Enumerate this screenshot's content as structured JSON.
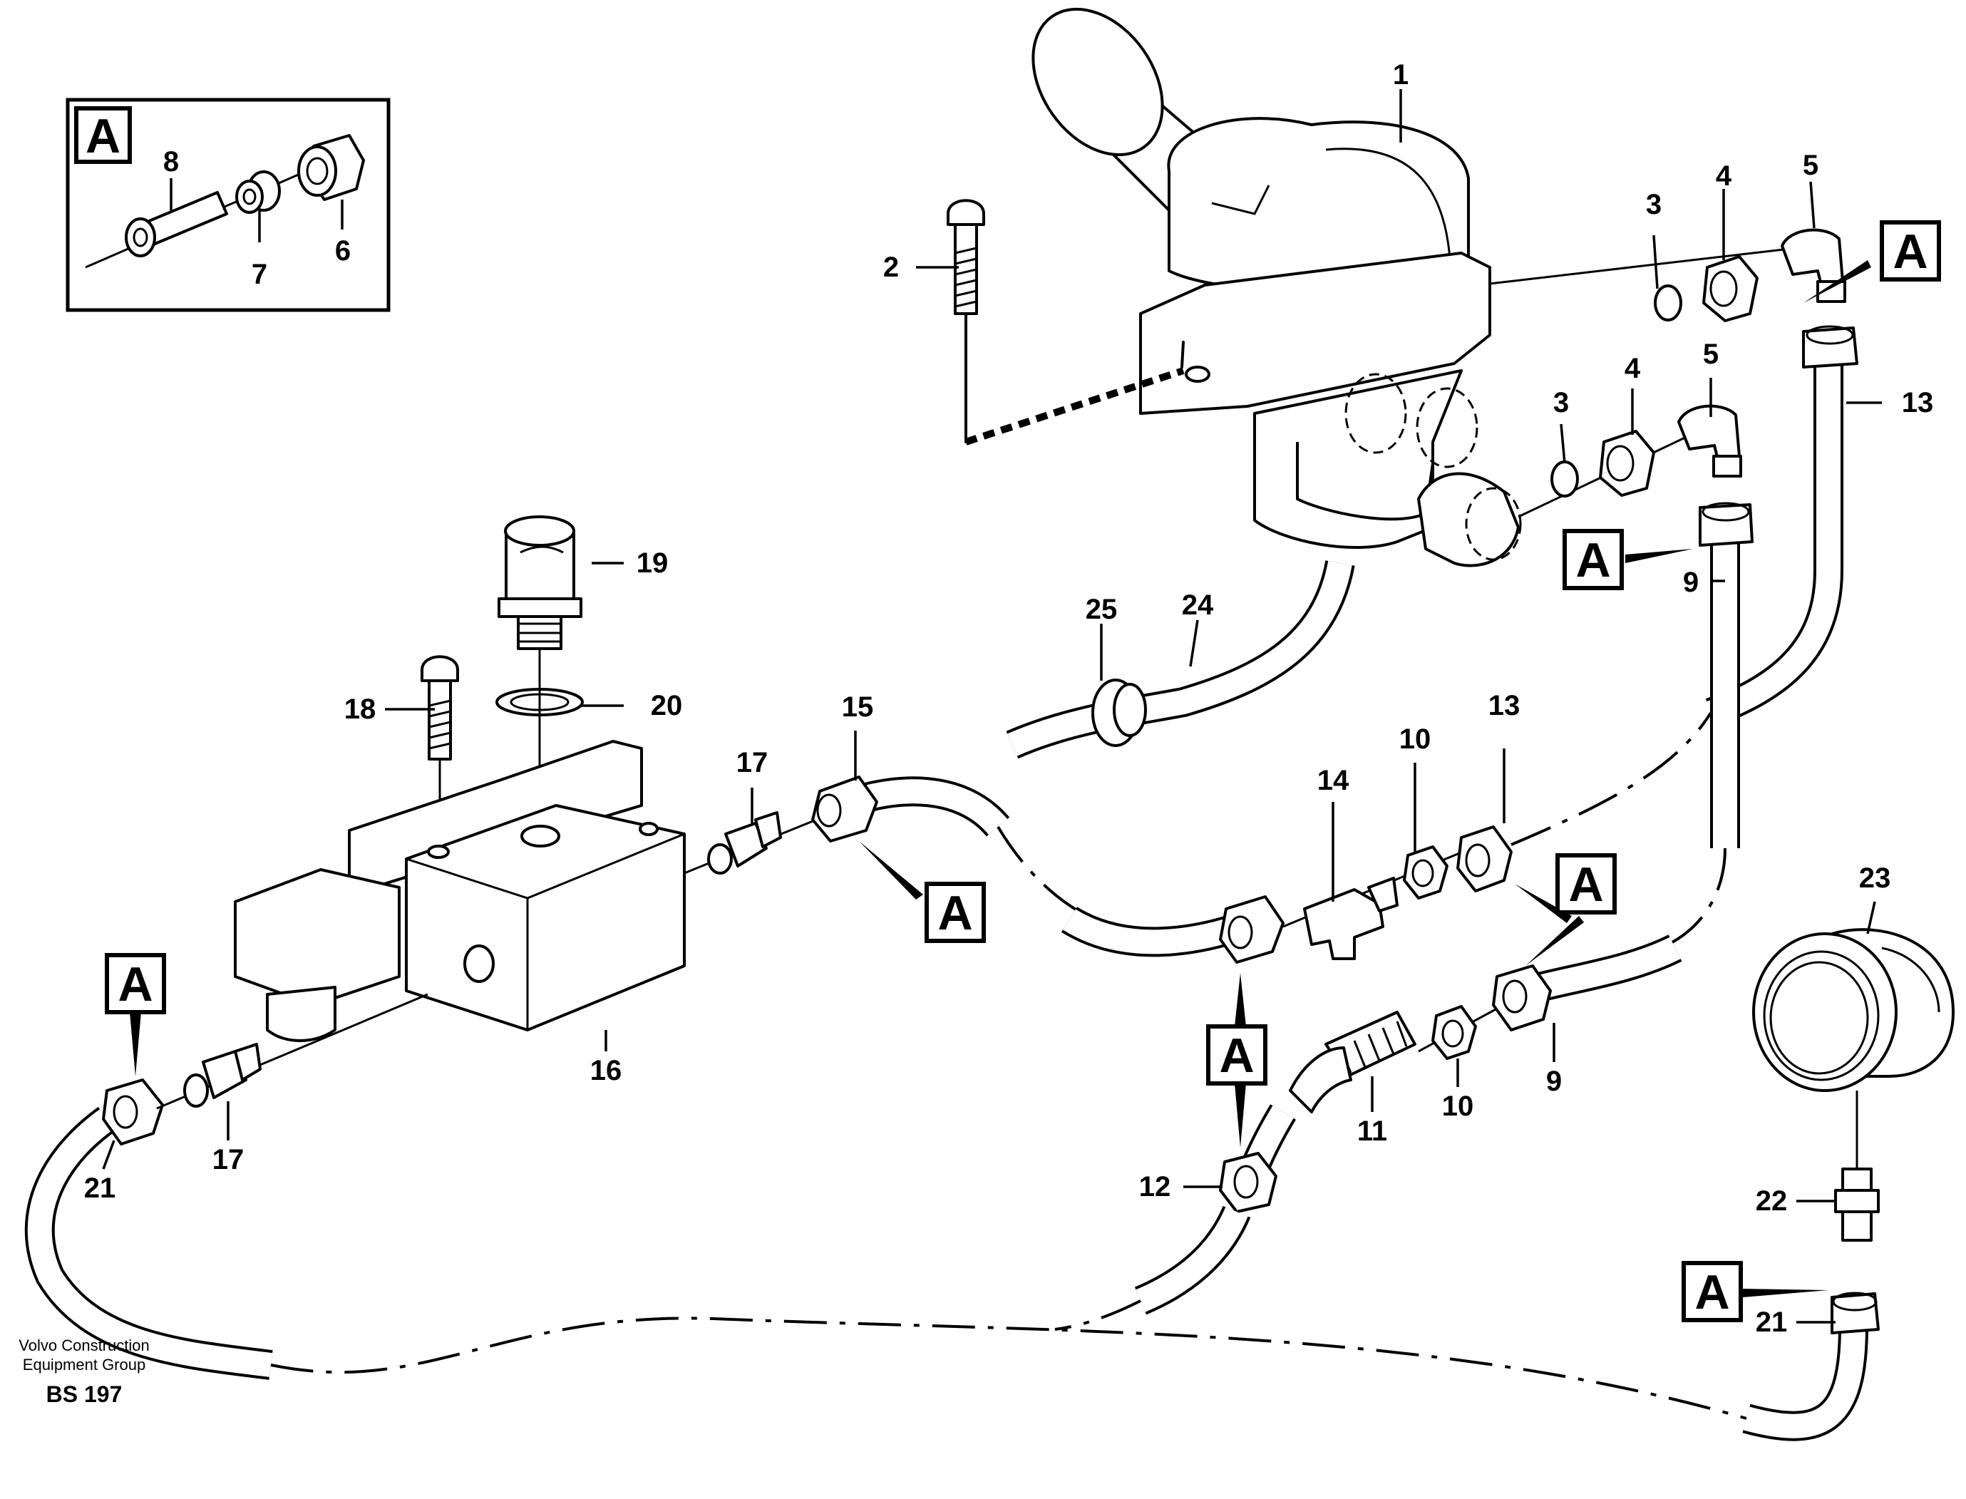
{
  "ref_letter": "A",
  "callouts": {
    "c1": "1",
    "c2": "2",
    "c3a": "3",
    "c3b": "3",
    "c4a": "4",
    "c4b": "4",
    "c5a": "5",
    "c5b": "5",
    "c6": "6",
    "c7": "7",
    "c8": "8",
    "c9a": "9",
    "c9b": "9",
    "c10a": "10",
    "c10b": "10",
    "c11": "11",
    "c12": "12",
    "c13a": "13",
    "c13b": "13",
    "c14": "14",
    "c15": "15",
    "c16": "16",
    "c17a": "17",
    "c17b": "17",
    "c18": "18",
    "c19": "19",
    "c20": "20",
    "c21a": "21",
    "c21b": "21",
    "c22": "22",
    "c23": "23",
    "c24": "24",
    "c25": "25"
  },
  "footer": {
    "line1": "Volvo Construction",
    "line2": "Equipment Group",
    "code": "BS 197"
  }
}
